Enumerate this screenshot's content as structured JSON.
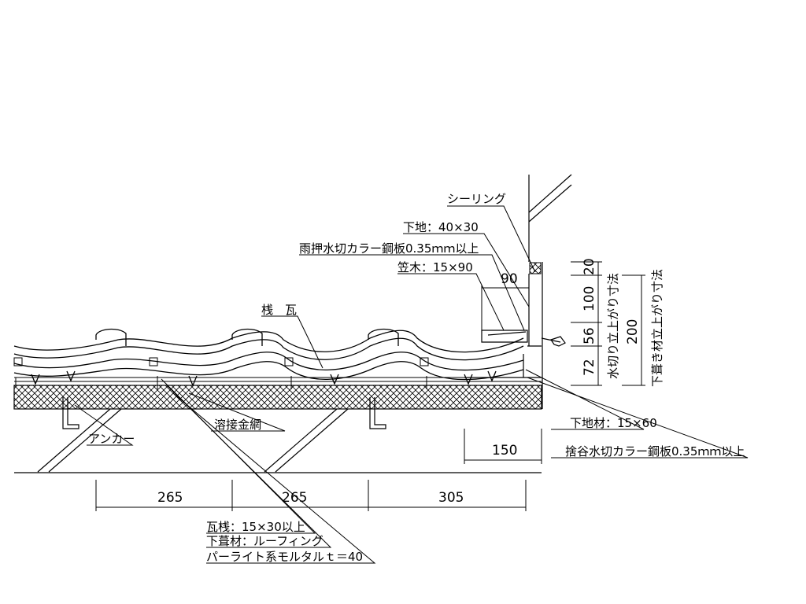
{
  "labels": {
    "sealing": "シーリング",
    "base": "下地：40×30",
    "flashing_top": "雨押水切カラー鋼板0.35ｍｍ以上",
    "kasagi": "笠木：15×90",
    "tile": "桟　瓦",
    "mesh": "溶接金網",
    "anchor": "アンカー",
    "base_material": "下地材：15×60",
    "flashing_bottom": "捨谷水切カラー鋼板0.35ｍｍ以上",
    "batten": "瓦桟：15×30以上",
    "underlay": "下葺材：ルーフィング",
    "mortar": "パーライト系モルタルｔ＝40"
  },
  "dimensions": {
    "d90": "90",
    "d150": "150",
    "d265a": "265",
    "d265b": "265",
    "d305": "305",
    "v20": "20",
    "v100": "100",
    "v56": "56",
    "v72": "72",
    "v200": "200"
  },
  "vertical_notes": {
    "flashing_rise": "水切り立上がり寸法",
    "underlay_rise": "下葺き材立上がり寸法"
  },
  "colors": {
    "line": "#000000",
    "background": "#ffffff"
  }
}
